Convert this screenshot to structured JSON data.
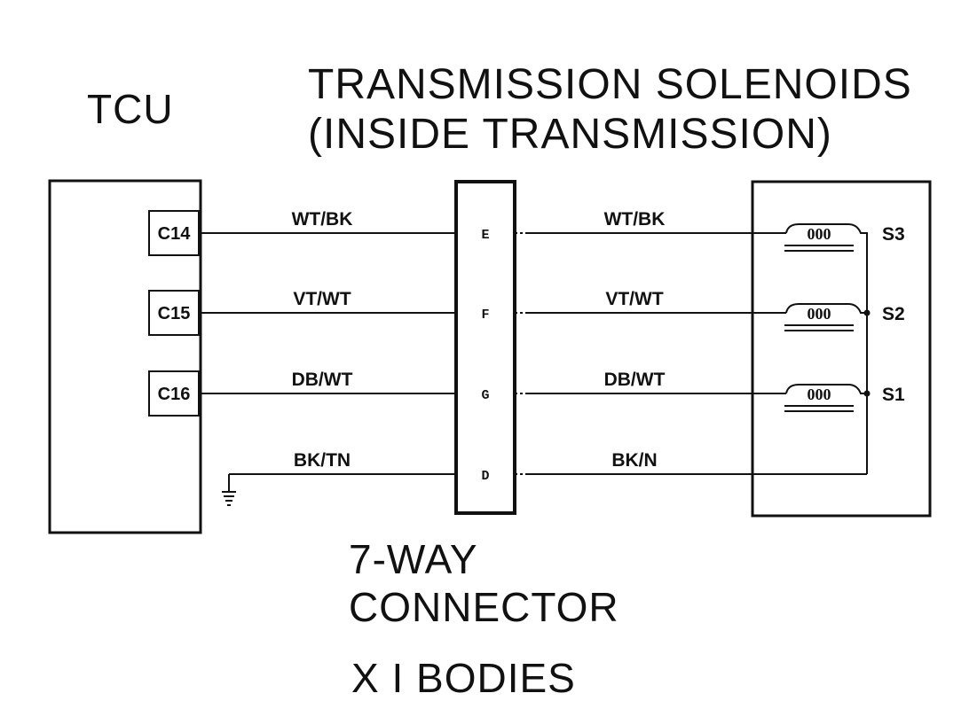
{
  "titles": {
    "tcu": "TCU",
    "solenoids_line1": "TRANSMISSION SOLENOIDS",
    "solenoids_line2": "(INSIDE TRANSMISSION)",
    "connector_line1": "7-WAY",
    "connector_line2": "CONNECTOR",
    "bodies": "X I BODIES"
  },
  "tcu_pins": [
    "C14",
    "C15",
    "C16"
  ],
  "connector_pins": [
    "E",
    "F",
    "G",
    "D"
  ],
  "wires_left": [
    "WT/BK",
    "VT/WT",
    "DB/WT",
    "BK/TN"
  ],
  "wires_right": [
    "WT/BK",
    "VT/WT",
    "DB/WT",
    "BK/N"
  ],
  "solenoids": [
    "S3",
    "S2",
    "S1"
  ],
  "colors": {
    "ink": "#111111",
    "background": "#ffffff"
  }
}
